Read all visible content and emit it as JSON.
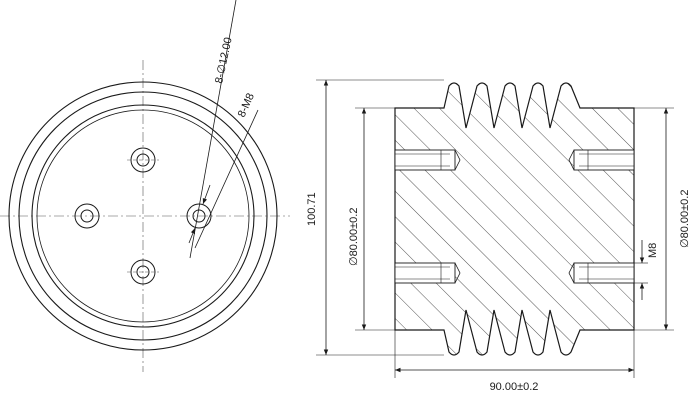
{
  "labels": {
    "hole_spec": "8-∅12.00",
    "thread_spec": "8-M8",
    "overall_height": "100.71",
    "left_diameter": "∅80.00±0.2",
    "right_diameter": "∅80.00±0.2",
    "thread_callout": "M8",
    "overall_width": "90.00±0.2"
  },
  "colors": {
    "line": "#1a1a1a",
    "center_line": "#555555",
    "hatch": "#2a2a2a",
    "background": "#ffffff"
  }
}
